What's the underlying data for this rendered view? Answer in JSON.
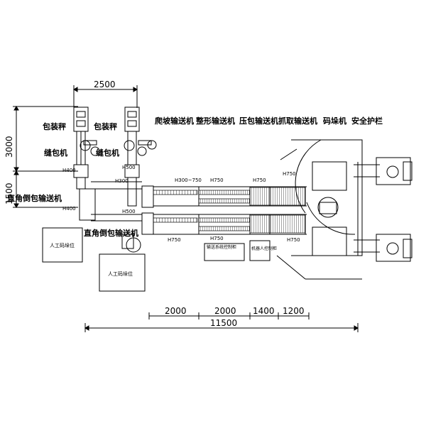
{
  "dimensions": {
    "top_width": "2500",
    "left_height_upper": "3000",
    "left_height_lower": "1500",
    "seg1": "2000",
    "seg2": "2000",
    "seg3": "1400",
    "seg4": "1200",
    "total_width": "11500"
  },
  "labels": {
    "bag_bin_left": "包装秤",
    "bag_bin_right": "包装秤",
    "sewing_left": "缝包机",
    "sewing_right": "缝包机",
    "climb_conveyor": "爬坡输送机",
    "shaping_conveyor": "整形输送机",
    "press_conveyor": "压包输送机",
    "grip_conveyor": "抓取输送机",
    "palletizer": "码垛机",
    "guardrail": "安全护栏",
    "right_angle_top": "直角倒包输送机",
    "right_angle_bottom": "直角倒包输送机",
    "manual_top": "人工码垛位",
    "manual_bottom": "人工码垛位",
    "control_cabinet": "输送系统控制柜",
    "robot_cabinet": "机器人控制柜"
  },
  "heights": {
    "h400_a": "H400",
    "h400_b": "H400",
    "h300": "H300",
    "h500_a": "H500",
    "h500_b": "H500",
    "h300_750": "H300~750",
    "h750_a": "H750",
    "h750_b": "H750",
    "h750_c": "H750",
    "h750_d": "H750",
    "h750_e": "H750",
    "h750_f": "H750"
  },
  "colors": {
    "line": "#000000",
    "background": "#ffffff"
  }
}
